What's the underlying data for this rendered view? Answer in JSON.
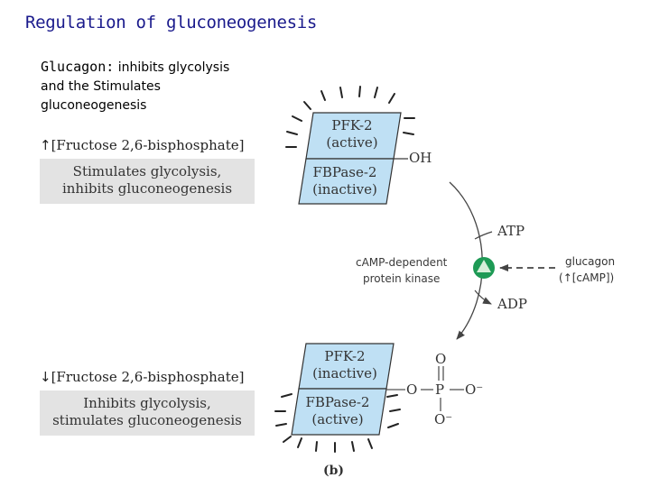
{
  "title": "Regulation of gluconeogenesis",
  "intro": {
    "glucagon": "Glucagon:",
    "line1_rest": "inhibits glycolysis",
    "line2": "and the Stimulates",
    "line3": "gluconeogenesis"
  },
  "top_state": {
    "arrow": "↑",
    "fructose": "[Fructose 2,6-bisphosphate]",
    "box_line1": "Stimulates glycolysis,",
    "box_line2": "inhibits gluconeogenesis"
  },
  "bottom_state": {
    "arrow": "↓",
    "fructose": "[Fructose 2,6-bisphosphate]",
    "box_line1": "Inhibits glycolysis,",
    "box_line2": "stimulates gluconeogenesis"
  },
  "enzyme_top": {
    "pfk_name": "PFK-2",
    "pfk_state": "(active)",
    "fbp_name": "FBPase-2",
    "fbp_state": "(inactive)",
    "group": "OH"
  },
  "enzyme_bottom": {
    "pfk_name": "PFK-2",
    "pfk_state": "(inactive)",
    "fbp_name": "FBPase-2",
    "fbp_state": "(active)"
  },
  "phosphate": {
    "o_top": "O",
    "o_left": "O",
    "p": "P",
    "o_right": "O⁻",
    "o_bottom": "O⁻"
  },
  "kinase": {
    "line1": "cAMP-dependent",
    "line2": "protein kinase",
    "atp": "ATP",
    "adp": "ADP",
    "glucagon": "glucagon",
    "camp_open": "(",
    "camp_arrow": "↑",
    "camp": "[cAMP])"
  },
  "panel_label": "(b)",
  "colors": {
    "title": "#1a1a8c",
    "enzyme_fill": "#bfe0f4",
    "kinase_green": "#1e9a55",
    "gray_box": "#e3e3e3"
  }
}
